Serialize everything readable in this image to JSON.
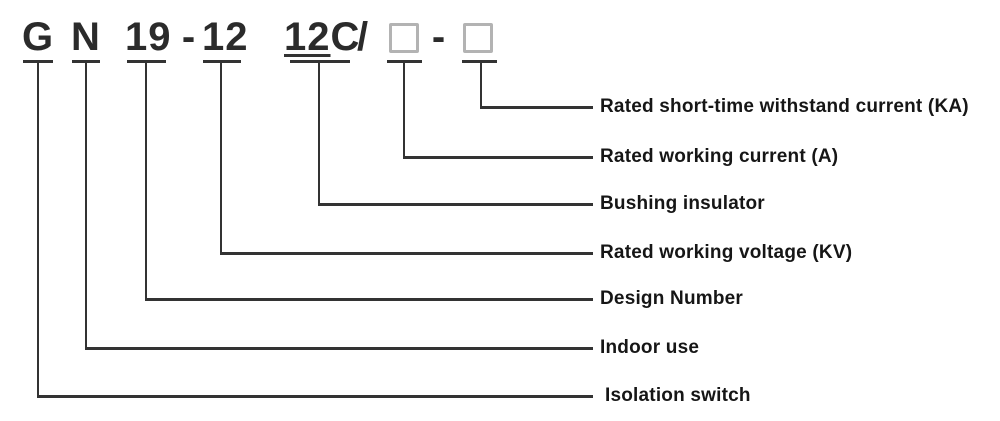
{
  "model_code": {
    "g": "G",
    "n": "N",
    "design_number": "19",
    "dash1": "-",
    "voltage": "12",
    "bushing_underlined": "12",
    "bushing_suffix": "C",
    "slash": "/",
    "dash2": "-"
  },
  "callouts": [
    {
      "text": "Rated short-time withstand current (KA)"
    },
    {
      "text": "Rated working current (A)"
    },
    {
      "text": "Bushing insulator"
    },
    {
      "text": "Rated working voltage (KV)"
    },
    {
      "text": "Design Number"
    },
    {
      "text": "Indoor use"
    },
    {
      "text": "Isolation switch"
    }
  ],
  "colors": {
    "background": "#ffffff",
    "line": "#333333",
    "model_text": "#2b2b2b",
    "label_text": "#161616",
    "placeholder_box_border": "#b3b3b3"
  }
}
